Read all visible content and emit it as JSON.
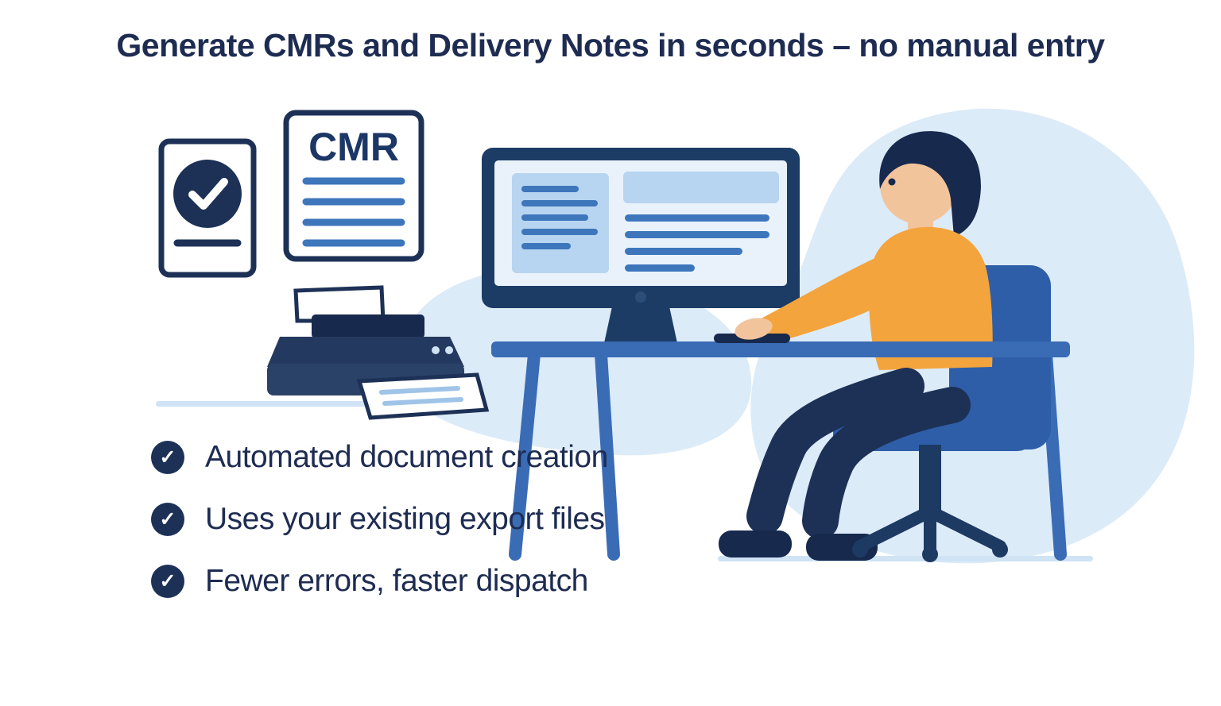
{
  "headline": "Generate CMRs and Delivery Notes in seconds – no manual entry",
  "illustration": {
    "cmr_label": "CMR"
  },
  "bullets": {
    "items": [
      {
        "label": "Automated document creation"
      },
      {
        "label": "Uses your existing export files"
      },
      {
        "label": "Fewer errors, faster dispatch"
      }
    ]
  },
  "icons": {
    "check": "✓"
  },
  "colors": {
    "navy": "#1d3157",
    "dark_navy": "#17294d",
    "text_navy": "#1e2c52",
    "blue": "#3a6cb5",
    "line_blue": "#3e76bc",
    "chair_blue": "#2e5ea8",
    "panel_blue": "#b7d4f0",
    "light_blue": "#dcebf8",
    "ground_blue": "#cfe3f5",
    "orange": "#f3a43d",
    "skin": "#f2c49c",
    "white": "#ffffff"
  }
}
